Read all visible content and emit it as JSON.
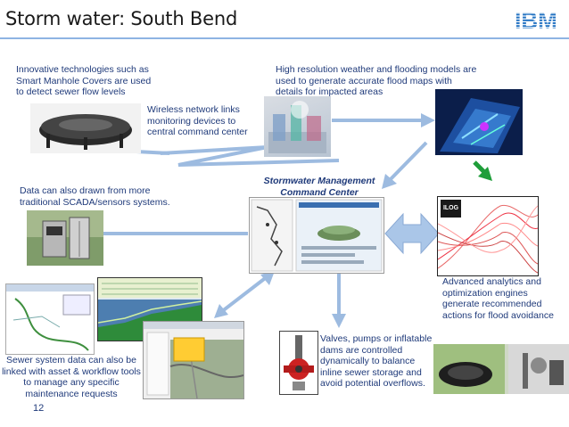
{
  "slide": {
    "title": "Storm water: South Bend",
    "logo_text": "IBM",
    "page_number": "12"
  },
  "captions": {
    "manhole": "Innovative technologies such as Smart Manhole Covers are used to detect sewer flow levels",
    "wireless": "Wireless network links monitoring devices to central command center",
    "weather": "High resolution weather and flooding models are used to generate accurate flood maps with details for impacted areas",
    "scada": "Data can also drawn from more traditional SCADA/sensors systems.",
    "center_line1": "Stormwater Management",
    "center_line2": "Command Center",
    "analytics": "Advanced analytics and optimization engines generate recommended actions for flood avoidance",
    "valves": "Valves, pumps or inflatable dams are controlled dynamically to balance inline sewer storage and avoid potential overflows.",
    "sewer": "Sewer system data can also be linked with asset & workflow tools to manage any specific maintenance requests"
  },
  "ilog_label": "ILOG",
  "colors": {
    "text": "#1f3a7a",
    "arrow": "#9dbbe0",
    "arrow_fill": "#aac6e8",
    "title_rule": "#8eb4e3",
    "green_arrow": "#1f9e3a",
    "ibm_blue": "#1f70c1"
  }
}
